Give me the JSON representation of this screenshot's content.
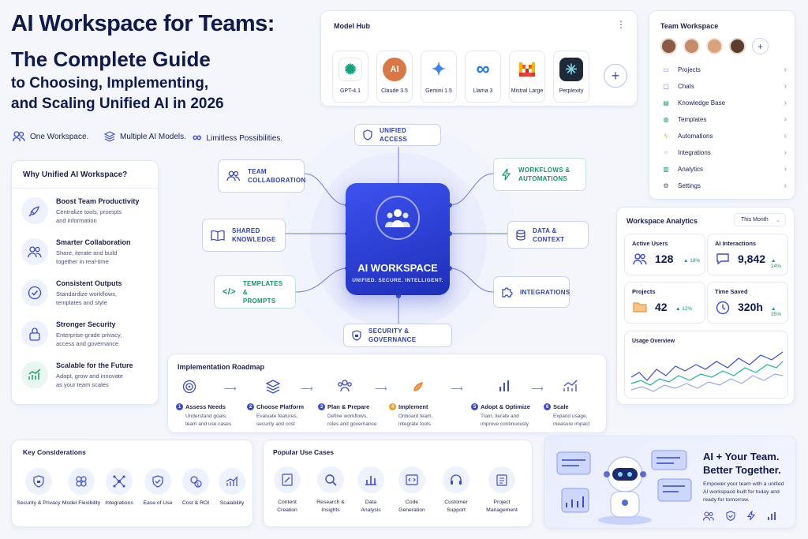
{
  "title": {
    "line1": "AI Workspace for Teams:",
    "line2": "The Complete Guide",
    "line3": "to Choosing, Implementing,",
    "line4": "and Scaling Unified AI in 2026"
  },
  "taglines": [
    "One Workspace.",
    "Multiple AI Models.",
    "Limitless Possibilities."
  ],
  "why": {
    "heading": "Why Unified AI Workspace?",
    "items": [
      {
        "title": "Boost Team Productivity",
        "desc1": "Centralize tools, prompts",
        "desc2": "and information",
        "icon": "rocket-icon"
      },
      {
        "title": "Smarter Collaboration",
        "desc1": "Share, iterate and build",
        "desc2": "together in real-time",
        "icon": "team-icon"
      },
      {
        "title": "Consistent Outputs",
        "desc1": "Standardize workflows,",
        "desc2": "templates and style",
        "icon": "check-icon"
      },
      {
        "title": "Stronger Security",
        "desc1": "Enterprise-grade privacy,",
        "desc2": "access and governance",
        "icon": "lock-icon"
      },
      {
        "title": "Scalable for the Future",
        "desc1": "Adapt, grow and innovate",
        "desc2": "as your team scales",
        "icon": "growth-chart-icon"
      }
    ]
  },
  "model_hub": {
    "heading": "Model Hub",
    "models": [
      {
        "label": "GPT-4.1",
        "color": "#ffffff",
        "glyph": "✺",
        "glyph_color": "#10a37f"
      },
      {
        "label": "Claude 3.5",
        "color": "#d97745",
        "glyph": "AI",
        "glyph_color": "#ffffff"
      },
      {
        "label": "Gemini 1.5",
        "color": "#ffffff",
        "glyph": "✦",
        "glyph_color": "#3b82f6"
      },
      {
        "label": "Llama 3",
        "color": "#ffffff",
        "glyph": "∞",
        "glyph_color": "#1877f2"
      },
      {
        "label": "Mistral Large",
        "color": "#ffffff",
        "glyph": "M",
        "glyph_color": "#f25c05"
      },
      {
        "label": "Perplexity",
        "color": "#1c2a3a",
        "glyph": "✳",
        "glyph_color": "#7fd6e6"
      }
    ]
  },
  "team_workspace": {
    "heading": "Team Workspace",
    "avatars": [
      "#8a5a44",
      "#c68b6b",
      "#d9a27a",
      "#5a3e2b"
    ],
    "items": [
      "Projects",
      "Chats",
      "Knowledge Base",
      "Templates",
      "Automations",
      "Integrations",
      "Analytics",
      "Settings"
    ]
  },
  "center": {
    "title": "AI WORKSPACE",
    "subtitle": "UNIFIED. SECURE. INTELLIGENT.",
    "nodes": {
      "unified_access": "UNIFIED ACCESS",
      "team_collab_1": "TEAM",
      "team_collab_2": "COLLABORATION",
      "workflows_1": "WORKFLOWS &",
      "workflows_2": "AUTOMATIONS",
      "shared_1": "SHARED",
      "shared_2": "KNOWLEDGE",
      "data": "DATA & CONTEXT",
      "templates_1": "TEMPLATES &",
      "templates_2": "PROMPTS",
      "integrations": "INTEGRATIONS",
      "security": "SECURITY & GOVERNANCE"
    }
  },
  "analytics": {
    "heading": "Workspace Analytics",
    "range": "This Month",
    "stats": [
      {
        "label": "Active Users",
        "value": "128",
        "change": "▲ 18%"
      },
      {
        "label": "AI Interactions",
        "value": "9,842",
        "change": "▲ 24%"
      },
      {
        "label": "Projects",
        "value": "42",
        "change": "▲ 12%"
      },
      {
        "label": "Time Saved",
        "value": "320h",
        "change": "▲ 35%"
      }
    ],
    "usage_heading": "Usage Overview"
  },
  "roadmap": {
    "heading": "Implementation Roadmap",
    "steps": [
      {
        "n": "1",
        "title": "Assess Needs",
        "d1": "Understand goals,",
        "d2": "team and use cases"
      },
      {
        "n": "2",
        "title": "Choose Platform",
        "d1": "Evaluate features,",
        "d2": "security and cost"
      },
      {
        "n": "3",
        "title": "Plan & Prepare",
        "d1": "Define workflows,",
        "d2": "roles and governance"
      },
      {
        "n": "4",
        "title": "Implement",
        "d1": "Onboard team,",
        "d2": "integrate tools"
      },
      {
        "n": "5",
        "title": "Adopt & Optimize",
        "d1": "Train, iterate and",
        "d2": "improve continuously"
      },
      {
        "n": "6",
        "title": "Scale",
        "d1": "Expand usage,",
        "d2": "measure impact"
      }
    ]
  },
  "considerations": {
    "heading": "Key Considerations",
    "items": [
      "Security & Privacy",
      "Model Flexibility",
      "Integrations",
      "Ease of Use",
      "Cost & ROI",
      "Scalability"
    ]
  },
  "use_cases": {
    "heading": "Popular Use Cases",
    "items": [
      {
        "l1": "Content",
        "l2": "Creation"
      },
      {
        "l1": "Research &",
        "l2": "Insights"
      },
      {
        "l1": "Data",
        "l2": "Analysis"
      },
      {
        "l1": "Code",
        "l2": "Generation"
      },
      {
        "l1": "Customer",
        "l2": "Support"
      },
      {
        "l1": "Project",
        "l2": "Management"
      }
    ]
  },
  "promo": {
    "title1": "AI + Your Team.",
    "title2": "Better Together.",
    "d1": "Empower your team with a unified",
    "d2": "AI workspace built for today and",
    "d3": "ready for tomorrow."
  },
  "colors": {
    "accent": "#3b4bd8",
    "green": "#17936a",
    "navy": "#0e1a4d"
  }
}
